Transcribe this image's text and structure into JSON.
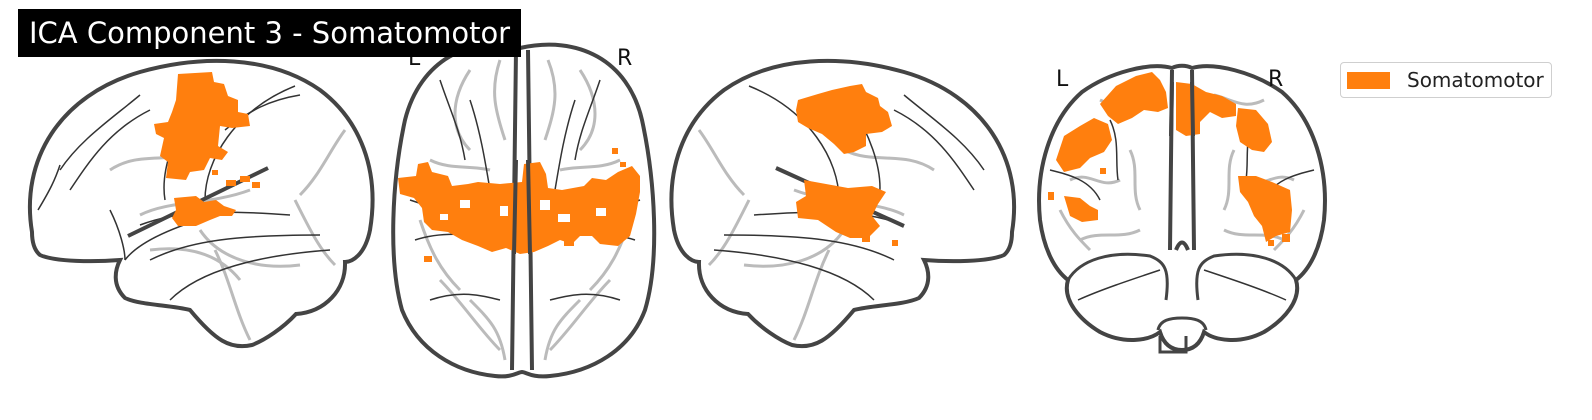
{
  "title": "ICA Component 3 - Somatomotor",
  "orientation_labels": {
    "axial_left": "L",
    "axial_right": "R",
    "coronal_left": "L",
    "coronal_right": "R"
  },
  "legend": {
    "label": "Somatomotor",
    "color": "#ff7f0e"
  },
  "colors": {
    "activation": "#ff7f0e",
    "brain_outline": "#444444",
    "sulci": "#bbbbbb",
    "background": "#ffffff"
  },
  "views": [
    "sagittal-left",
    "axial",
    "sagittal-right",
    "coronal"
  ]
}
